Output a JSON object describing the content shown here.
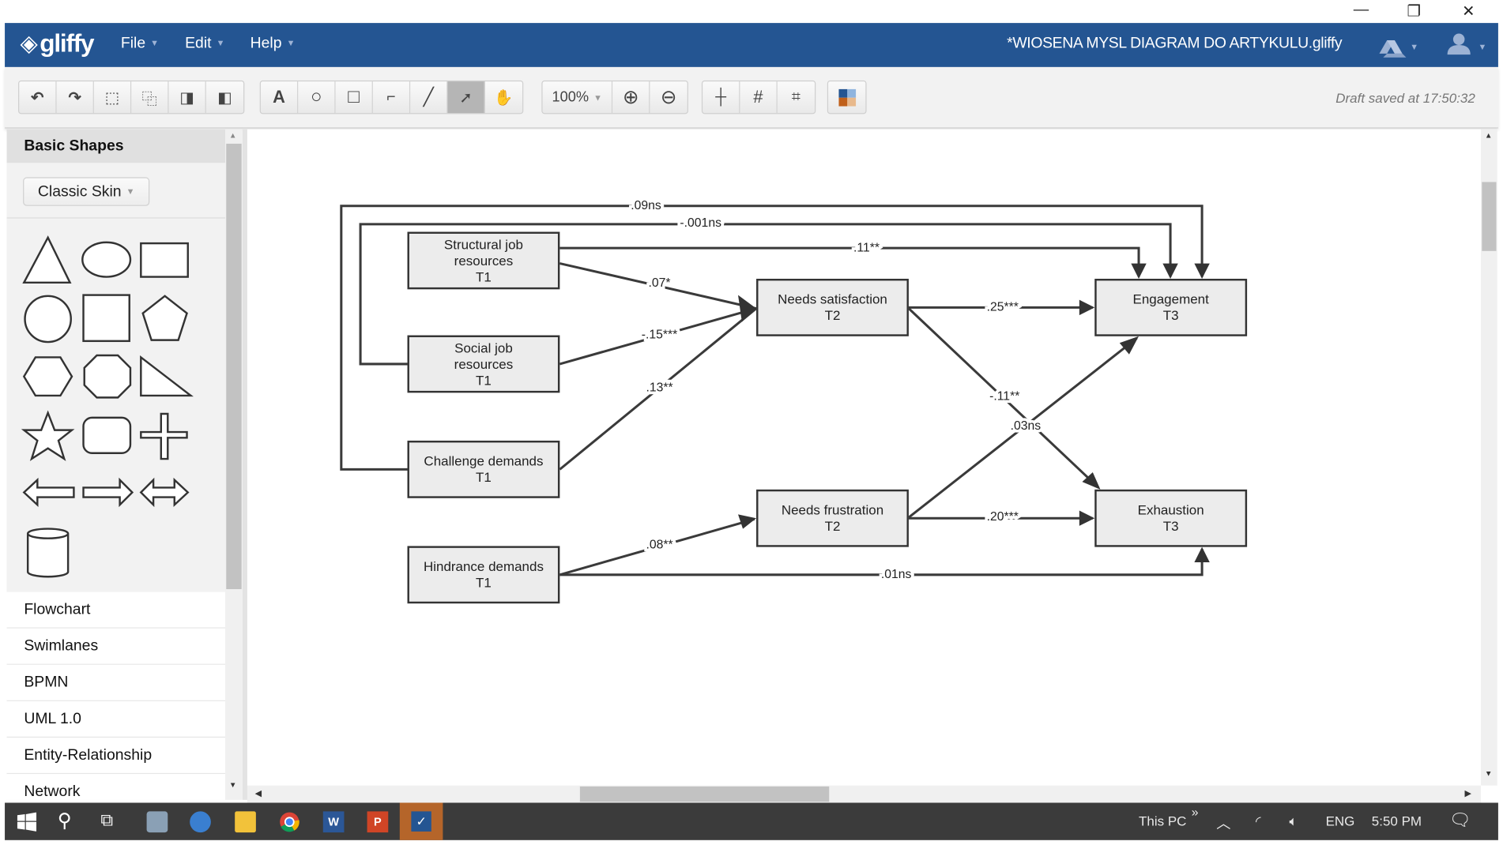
{
  "window": {
    "minimize": "—",
    "restore": "❐",
    "close": "✕"
  },
  "header": {
    "logo": "gliffy",
    "menus": [
      {
        "label": "File"
      },
      {
        "label": "Edit"
      },
      {
        "label": "Help"
      }
    ],
    "document_title": "*WIOSENA MYSL DIAGRAM DO ARTYKULU.gliffy"
  },
  "toolbar": {
    "zoom": "100%",
    "text_tool": "A",
    "draft_status": "Draft saved at 17:50:32"
  },
  "sidebar": {
    "header": "Basic Shapes",
    "skin": "Classic Skin",
    "libraries": [
      {
        "label": "Flowchart"
      },
      {
        "label": "Swimlanes"
      },
      {
        "label": "BPMN"
      },
      {
        "label": "UML 1.0"
      },
      {
        "label": "Entity-Relationship"
      },
      {
        "label": "Network"
      }
    ]
  },
  "diagram": {
    "nodes": {
      "structural": [
        "Structural job",
        "resources",
        "T1"
      ],
      "social": [
        "Social job",
        "resources",
        "T1"
      ],
      "challenge": [
        "Challenge demands",
        "T1"
      ],
      "hindrance": [
        "Hindrance demands",
        "T1"
      ],
      "satisfaction": [
        "Needs satisfaction",
        "T2"
      ],
      "frustration": [
        "Needs frustration",
        "T2"
      ],
      "engagement": [
        "Engagement",
        "T3"
      ],
      "exhaustion": [
        "Exhaustion",
        "T3"
      ]
    },
    "edges": [
      {
        "from": "Challenge demands",
        "to": "Engagement",
        "label": ".09ns"
      },
      {
        "from": "Social job resources",
        "to": "Engagement",
        "label": "-.001ns"
      },
      {
        "from": "Structural job resources",
        "to": "Engagement",
        "label": ".11**"
      },
      {
        "from": "Structural job resources",
        "to": "Needs satisfaction",
        "label": ".07*"
      },
      {
        "from": "Social job resources",
        "to": "Needs satisfaction",
        "label": "-.15***"
      },
      {
        "from": "Challenge demands",
        "to": "Needs satisfaction",
        "label": ".13**"
      },
      {
        "from": "Needs satisfaction",
        "to": "Engagement",
        "label": ".25***"
      },
      {
        "from": "Needs satisfaction",
        "to": "Exhaustion",
        "label": "-.11**"
      },
      {
        "from": "Needs frustration",
        "to": "Engagement",
        "label": ".03ns"
      },
      {
        "from": "Needs frustration",
        "to": "Exhaustion",
        "label": ".20***"
      },
      {
        "from": "Hindrance demands",
        "to": "Needs frustration",
        "label": ".08**"
      },
      {
        "from": "Hindrance demands",
        "to": "Exhaustion",
        "label": ".01ns"
      }
    ]
  },
  "taskbar": {
    "tray_location": "This PC",
    "overflow": "»",
    "language": "ENG",
    "time": "5:50 PM"
  },
  "colors": {
    "header": "#245592",
    "taskbar": "#3b3b3b",
    "active_app": "#b5652a"
  }
}
